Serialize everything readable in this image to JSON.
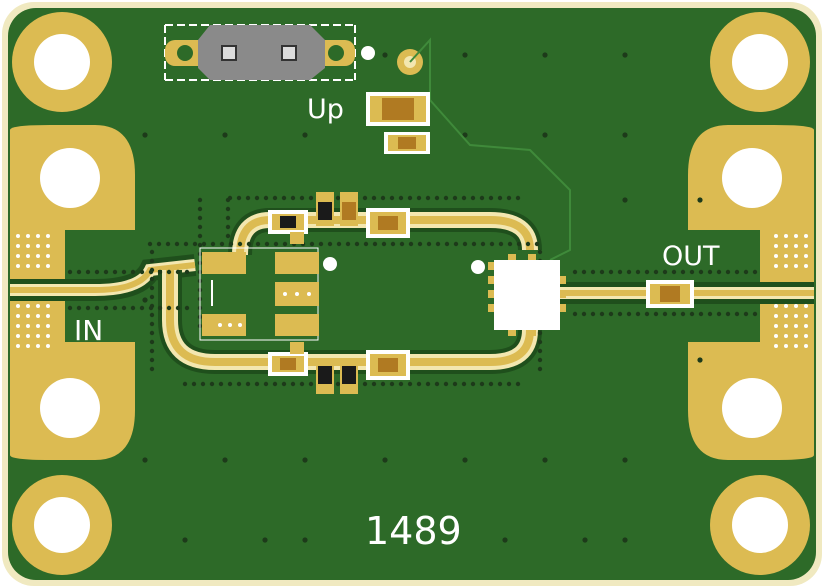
{
  "labels": {
    "up": "Up",
    "in": "IN",
    "out": "OUT",
    "board_number": "1489"
  },
  "colors": {
    "board": "#2d6a28",
    "board_edge": "#f0e9c0",
    "copper": "#dcbb52",
    "copper_light": "#f3e7b0",
    "trace_outline": "#1f4f1c",
    "via": "#1d3a1a",
    "silk": "#ffffff",
    "component_body": "#8a8a8a",
    "resistor": "#b07a22",
    "capacitor_dark": "#1a1a1a"
  }
}
